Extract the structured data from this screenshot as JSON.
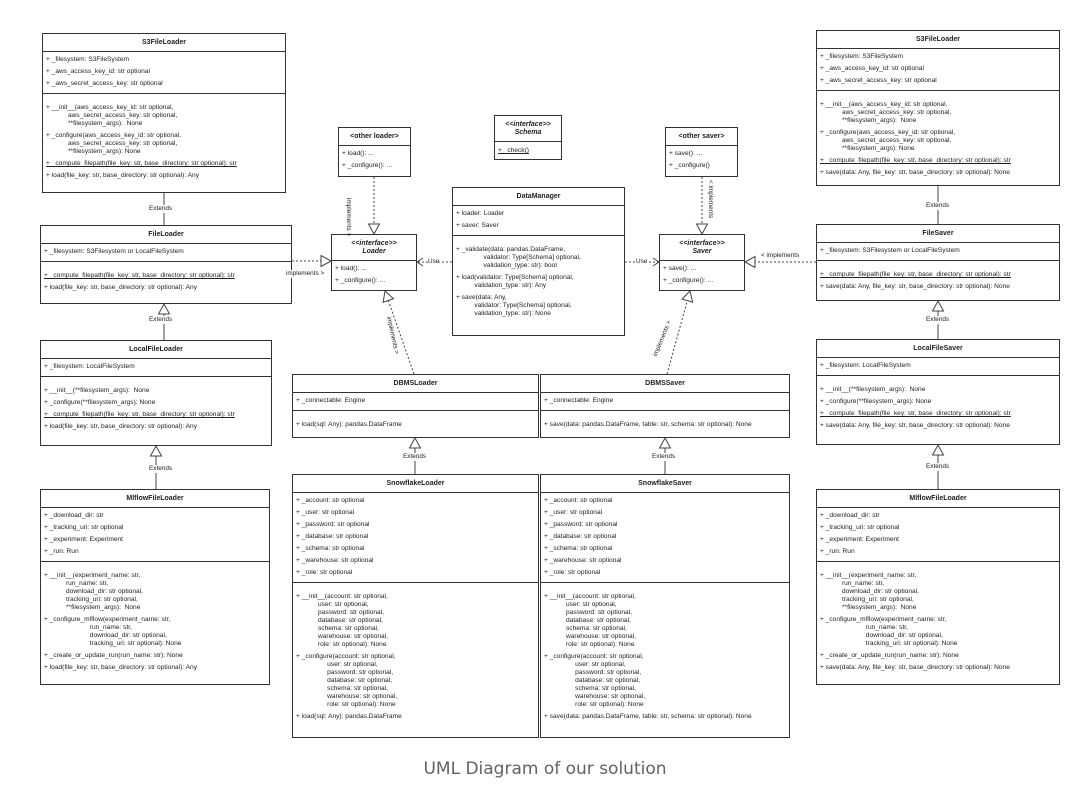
{
  "caption": "UML Diagram of our solution",
  "classes": {
    "s3_file_loader": {
      "name": "S3FileLoader",
      "attributes": [
        "+ _filesystem: S3FileSystem",
        "+ _aws_access_key_id: str optional",
        "+ _aws_secret_access_key: str optional"
      ],
      "methods": [
        {
          "text": "+ __init__(aws_access_key_id: str optional,\n            aws_secret_access_key: str optional,\n            **filesystem_args):  None",
          "static": false
        },
        {
          "text": "+ _configure(aws_access_key_id: str optional,\n            aws_secret_access_key: str optional,\n            **filesystem_args): None",
          "static": false
        },
        {
          "text": "+ _compute_filepath(file_key: str, base_directory: str optional): str",
          "static": true
        },
        {
          "text": "+ load(file_key: str, base_directory: str optional): Any",
          "static": false
        }
      ]
    },
    "file_loader": {
      "name": "FileLoader",
      "attributes": [
        "+ _filesystem: S3Filesystem or LocalFileSystem"
      ],
      "methods": [
        {
          "text": "+ _compute_filepath(file_key: str, base_directory: str optional): str",
          "static": true
        },
        {
          "text": "+ load(file_key: str, base_directory: str optional): Any",
          "static": false
        }
      ]
    },
    "local_file_loader": {
      "name": "LocalFileLoader",
      "attributes": [
        "+ _filesystem: LocalFileSystem"
      ],
      "methods": [
        {
          "text": "+ __init__(**filesystem_args):  None",
          "static": false
        },
        {
          "text": "+ _configure(**filesystem_args): None",
          "static": false
        },
        {
          "text": "+ _compute_filepath(file_key: str, base_directory: str optional): str",
          "static": true
        },
        {
          "text": "+ load(file_key: str, base_directory: str optional): Any",
          "static": false
        }
      ]
    },
    "mlflow_file_loader": {
      "name": "MlflowFileLoader",
      "attributes": [
        "+ _download_dir: str",
        "+ _tracking_uri: str optional",
        "+ _experiment: Experiment",
        "+ _run: Run"
      ],
      "methods": [
        {
          "text": "+ __init__(experiment_name: str,\n            run_name: str,\n            download_dir: str optional,\n            tracking_uri: str optional,\n            **filesystem_args):  None",
          "static": false
        },
        {
          "text": "+ _configure_mlflow(experiment_name: str,\n                         run_name: str,\n                         download_dir: str optional,\n                         tracking_uri: str optional): None",
          "static": false
        },
        {
          "text": "+ _create_or_update_run(run_name: str): None",
          "static": false
        },
        {
          "text": "+ load(file_key: str, base_directory: str optional): Any",
          "static": false
        }
      ]
    },
    "other_loader": {
      "name": "<other loader>",
      "attributes": [
        "+ load(): ...",
        "+ _configure(): ..."
      ],
      "methods": []
    },
    "loader_interface": {
      "stereotype": "<<interface>>",
      "name": "Loader",
      "attributes": [
        "+ load(): ...",
        "+ _configure(): ..."
      ],
      "methods": []
    },
    "schema_interface": {
      "stereotype": "<<interface>>",
      "name": "Schema",
      "attributes": [],
      "methods": [
        {
          "text": "+ _check()",
          "static": true
        }
      ]
    },
    "data_manager": {
      "name": "DataManager",
      "attributes": [
        "+ loader: Loader",
        "+ saver: Saver"
      ],
      "methods": [
        {
          "text": "+ _validate(data: pandas.DataFrame,\n               validator: Type[Schema] optional,\n               validation_type: str): bool",
          "static": false
        },
        {
          "text": "+ load(validator: Type[Schema] optional,\n          validation_type: str): Any",
          "static": false
        },
        {
          "text": "+ save(data: Any,\n          validator: Type[Schema] optional,\n          validation_type: str): None",
          "static": false
        }
      ]
    },
    "other_saver": {
      "name": "<other saver>",
      "attributes": [
        "+ save(): ...",
        "+ _configure()"
      ],
      "methods": []
    },
    "saver_interface": {
      "stereotype": "<<interface>>",
      "name": "Saver",
      "attributes": [
        "+ save(): ...",
        "+ _configure(): ..."
      ],
      "methods": []
    },
    "dbms_loader": {
      "name": "DBMSLoader",
      "attributes": [
        "+ _connectable: Engine"
      ],
      "methods": [
        {
          "text": "+ load(sql: Any): pandas.DataFrame",
          "static": false
        }
      ]
    },
    "dbms_saver": {
      "name": "DBMSSaver",
      "attributes": [
        "+ _connectable: Engine"
      ],
      "methods": [
        {
          "text": "+ save(data: pandas.DataFrame, table: str, schema: str optional): None",
          "static": false
        }
      ]
    },
    "snowflake_loader": {
      "name": "SnowflakeLoader",
      "attributes": [
        "+ _account: str optional",
        "+ _user: str optional",
        "+ _password: str optional",
        "+ _database: str optional",
        "+ _schema: str optional",
        "+ _warehouse: str optional",
        "+ _role: str optional"
      ],
      "methods": [
        {
          "text": "+ __init__(account: str optional,\n            user: str optional,\n            password: str optional,\n            database: str optional,\n            schema: str optional,\n            warehouse: str optional,\n            role: str optional): None",
          "static": false
        },
        {
          "text": "+ _configure(account: str optional,\n                 user: str optional,\n                 password: str optional,\n                 database: str optional,\n                 schema: str optional,\n                 warehouse: str optional,\n                 role: str optional): None",
          "static": false
        },
        {
          "text": "+ load(sql: Any): pandas.DataFrame",
          "static": false
        }
      ]
    },
    "snowflake_saver": {
      "name": "SnowflakeSaver",
      "attributes": [
        "+ _account: str optional",
        "+ _user: str optional",
        "+ _password: str optional",
        "+ _database: str optional",
        "+ _schema: str optional",
        "+ _warehouse: str optional",
        "+ _role: str optional"
      ],
      "methods": [
        {
          "text": "+ __init__(account: str optional,\n            user: str optional,\n            password: str optional,\n            database: str optional,\n            schema: str optional,\n            warehouse: str optional,\n            role: str optional): None",
          "static": false
        },
        {
          "text": "+ _configure(account: str optional,\n                 user: str optional,\n                 password: str optional,\n                 database: str optional,\n                 schema: str optional,\n                 warehouse: str optional,\n                 role: str optional): None",
          "static": false
        },
        {
          "text": "+ save(data: pandas.DataFrame, table: str, schema: str optional): None",
          "static": false
        }
      ]
    },
    "s3_file_saver": {
      "name": "S3FileLoader",
      "attributes": [
        "+ _filesystem: S3FileSystem",
        "+ _aws_access_key_id: str optional",
        "+ _aws_secret_access_key: str optional"
      ],
      "methods": [
        {
          "text": "+ __init__(aws_access_key_id: str optional,\n            aws_secret_access_key: str optional,\n            **filesystem_args):  None",
          "static": false
        },
        {
          "text": "+ _configure(aws_access_key_id: str optional,\n            aws_secret_access_key: str optional,\n            **filesystem_args): None",
          "static": false
        },
        {
          "text": "+ _compute_filepath(file_key: str, base_directory: str optional): str",
          "static": true
        },
        {
          "text": "+ save(data: Any, file_key: str, base_directory: str optional): None",
          "static": false
        }
      ]
    },
    "file_saver": {
      "name": "FileSaver",
      "attributes": [
        "+ _filesystem: S3Filesystem or LocalFileSystem"
      ],
      "methods": [
        {
          "text": "+ _compute_filepath(file_key: str, base_directory: str optional): str",
          "static": true
        },
        {
          "text": "+ save(data: Any, file_key: str, base_directory: str optional): None",
          "static": false
        }
      ]
    },
    "local_file_saver": {
      "name": "LocalFileSaver",
      "attributes": [
        "+ _filesystem: LocalFileSystem"
      ],
      "methods": [
        {
          "text": "+ __init__(**filesystem_args):  None",
          "static": false
        },
        {
          "text": "+ _configure(**filesystem_args): None",
          "static": false
        },
        {
          "text": "+ _compute_filepath(file_key: str, base_directory: str optional): str",
          "static": true
        },
        {
          "text": "+ save(data: Any, file_key: str, base_directory: str optional): None",
          "static": false
        }
      ]
    },
    "mlflow_file_saver": {
      "name": "MlflowFileLoader",
      "attributes": [
        "+ _download_dir: str",
        "+ _tracking_uri: str optional",
        "+ _experiment: Experiment",
        "+ _run: Run"
      ],
      "methods": [
        {
          "text": "+ __init__(experiment_name: str,\n            run_name: str,\n            download_dir: str optional,\n            tracking_uri: str optional,\n            **filesystem_args):  None",
          "static": false
        },
        {
          "text": "+ _configure_mlflow(experiment_name: str,\n                         run_name: str,\n                         download_dir: str optional,\n                         tracking_uri: str optional): None",
          "static": false
        },
        {
          "text": "+ _create_or_update_run(run_name: str): None",
          "static": false
        },
        {
          "text": "+ save(data: Any, file_key: str, base_directory: str optional): None",
          "static": false
        }
      ]
    }
  },
  "relations": [
    {
      "id": "s3fl-ext",
      "from": "S3FileLoader",
      "to": "FileLoader",
      "type": "extends",
      "label": "Extends"
    },
    {
      "id": "lfl-ext",
      "from": "LocalFileLoader",
      "to": "FileLoader",
      "type": "extends",
      "label": "Extends"
    },
    {
      "id": "mfl-ext",
      "from": "MlflowFileLoader",
      "to": "LocalFileLoader",
      "type": "extends",
      "label": "Extends"
    },
    {
      "id": "fl-impl",
      "from": "FileLoader",
      "to": "Loader",
      "type": "implements",
      "label": "implements >"
    },
    {
      "id": "ol-impl",
      "from": "<other loader>",
      "to": "Loader",
      "type": "implements",
      "label": "implements >"
    },
    {
      "id": "dbl-impl",
      "from": "DBMSLoader",
      "to": "Loader",
      "type": "implements",
      "label": "implements >"
    },
    {
      "id": "dm-use-loader",
      "from": "DataManager",
      "to": "Loader",
      "type": "use",
      "label": "Use"
    },
    {
      "id": "dm-use-saver",
      "from": "DataManager",
      "to": "Saver",
      "type": "use",
      "label": "Use"
    },
    {
      "id": "os-impl",
      "from": "<other saver>",
      "to": "Saver",
      "type": "implements",
      "label": "< implements"
    },
    {
      "id": "fs-impl",
      "from": "FileSaver",
      "to": "Saver",
      "type": "implements",
      "label": "< implements"
    },
    {
      "id": "dbs-impl",
      "from": "DBMSSaver",
      "to": "Saver",
      "type": "implements",
      "label": "implements >"
    },
    {
      "id": "sfl-ext",
      "from": "SnowflakeLoader",
      "to": "DBMSLoader",
      "type": "extends",
      "label": "Extends"
    },
    {
      "id": "sfs-ext",
      "from": "SnowflakeSaver",
      "to": "DBMSSaver",
      "type": "extends",
      "label": "Extends"
    },
    {
      "id": "s3fs-ext",
      "from": "S3FileLoader (saver side)",
      "to": "FileSaver",
      "type": "extends",
      "label": "Extends"
    },
    {
      "id": "lfs-ext",
      "from": "LocalFileSaver",
      "to": "FileSaver",
      "type": "extends",
      "label": "Extends"
    },
    {
      "id": "mfs-ext",
      "from": "MlflowFileLoader (saver side)",
      "to": "LocalFileSaver",
      "type": "extends",
      "label": "Extends"
    }
  ]
}
